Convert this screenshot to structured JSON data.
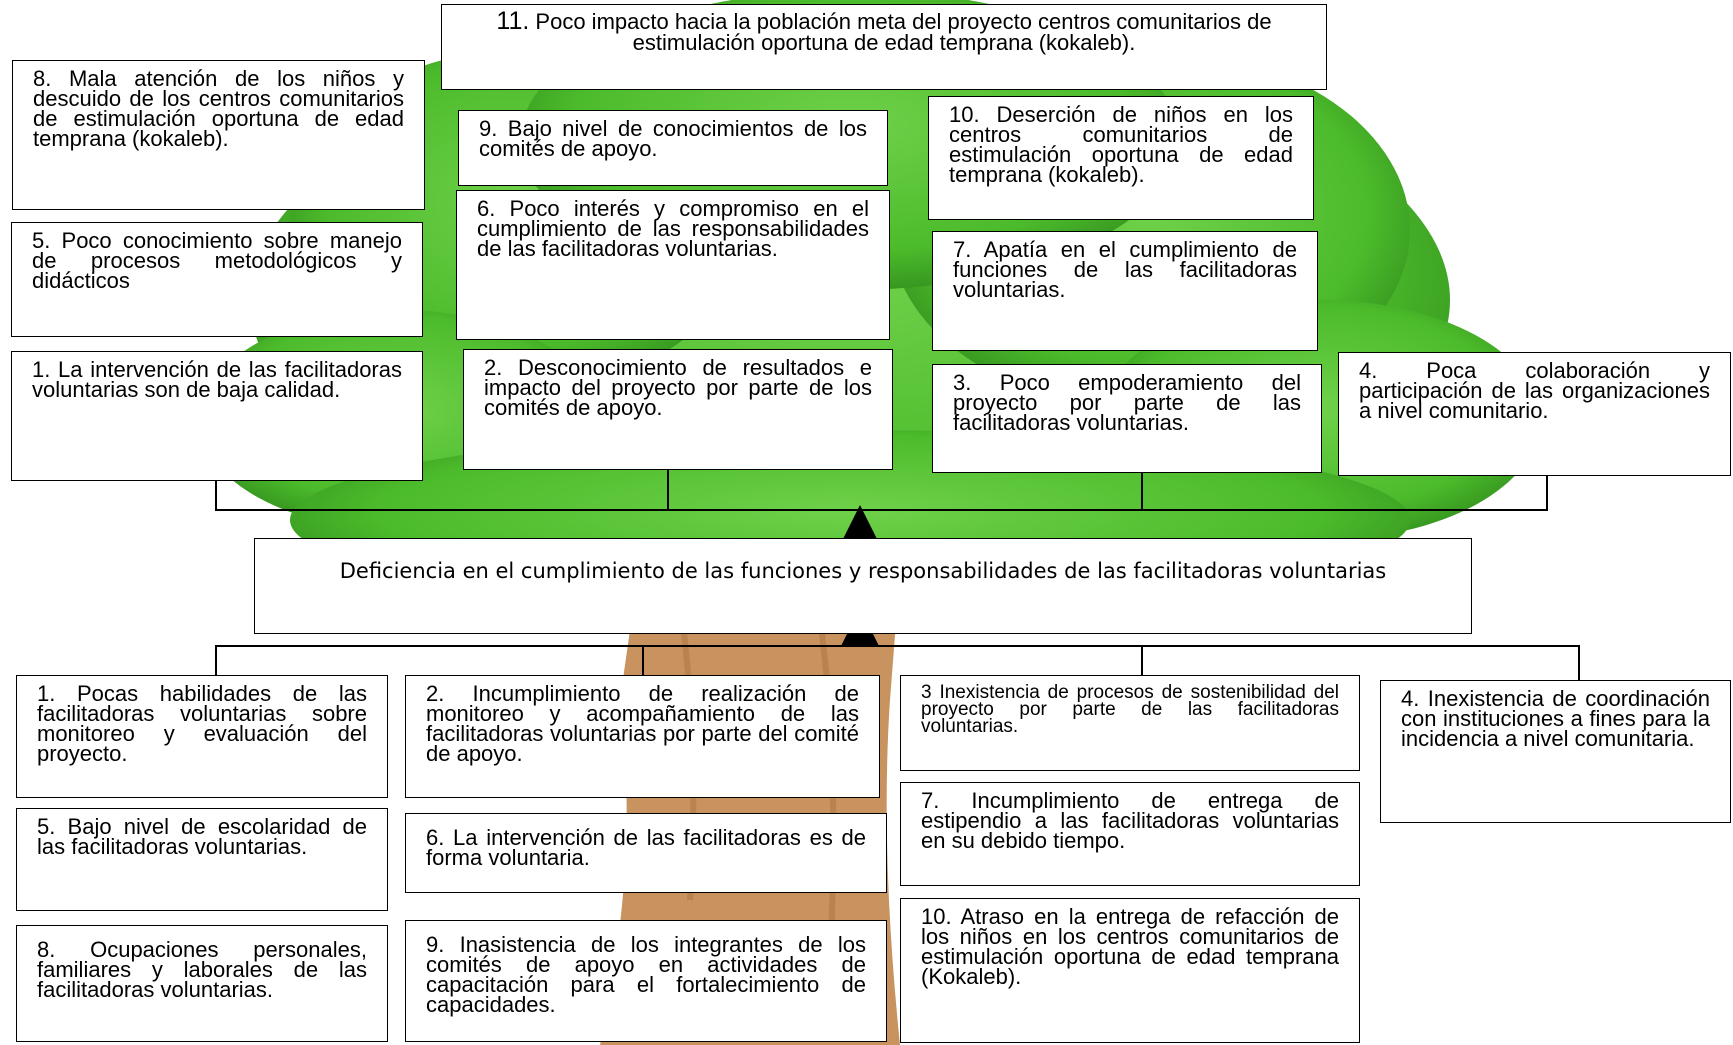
{
  "effects": [
    {
      "id": "e11",
      "text": "Poco impacto hacia la población meta del proyecto  centros comunitarios de estimulación oportuna de edad temprana (kokaleb).",
      "number": "11."
    },
    {
      "id": "e8",
      "text": "8. Mala atención de los niños y descuido de los centros comunitarios de estimulación oportuna de edad temprana (kokaleb)."
    },
    {
      "id": "e9",
      "text": "9. Bajo nivel de conocimientos de los comités de apoyo."
    },
    {
      "id": "e10",
      "text": "10. Deserción de  niños en los centros comunitarios de estimulación oportuna de edad temprana (kokaleb)."
    },
    {
      "id": "e5",
      "text": "5. Poco conocimiento sobre manejo de procesos metodológicos y didácticos"
    },
    {
      "id": "e6",
      "text": "6. Poco interés y compromiso en el cumplimiento de las responsabilidades de las facilitadoras voluntarias."
    },
    {
      "id": "e7",
      "text": "7. Apatía en el cumplimiento de funciones de las facilitadoras  voluntarias."
    },
    {
      "id": "e1",
      "text": "1. La intervención de las facilitadoras voluntarias son de baja calidad."
    },
    {
      "id": "e2",
      "text": "2. Desconocimiento de resultados e impacto del proyecto por parte de los comités de apoyo."
    },
    {
      "id": "e3",
      "text": "3. Poco empoderamiento del proyecto por parte de las facilitadoras voluntarias."
    },
    {
      "id": "e4",
      "text": "4. Poca colaboración y participación de las organizaciones a nivel comunitario."
    }
  ],
  "problem": "Deficiencia en el cumplimiento de las funciones y responsabilidades de las facilitadoras voluntarias",
  "causes": [
    {
      "id": "c1",
      "text": "1. Pocas habilidades de las facilitadoras voluntarias sobre monitoreo y evaluación del proyecto."
    },
    {
      "id": "c2",
      "text": "2. Incumplimiento de realización de monitoreo y acompañamiento de las facilitadoras voluntarias por parte del comité de apoyo."
    },
    {
      "id": "c3",
      "text": "3 Inexistencia de procesos de sostenibilidad del proyecto por parte de las facilitadoras voluntarias."
    },
    {
      "id": "c4",
      "text": "4. Inexistencia de coordinación con instituciones a fines para la incidencia a nivel comunitaria."
    },
    {
      "id": "c5",
      "text": "5. Bajo nivel de escolaridad de las facilitadoras voluntarias."
    },
    {
      "id": "c6",
      "text": "6. La intervención de las facilitadoras es de forma voluntaria."
    },
    {
      "id": "c7",
      "text": "7. Incumplimiento de entrega de estipendio a las facilitadoras voluntarias en su  debido tiempo."
    },
    {
      "id": "c8",
      "text": "8. Ocupaciones personales, familiares y laborales de las facilitadoras voluntarias."
    },
    {
      "id": "c9",
      "text": "9. Inasistencia de los integrantes de los comités de apoyo en actividades de capacitación para el fortalecimiento de capacidades."
    },
    {
      "id": "c10",
      "text": "10. Atraso en la entrega de refacción de los niños en los centros comunitarios de estimulación oportuna de edad temprana (Kokaleb)."
    }
  ],
  "colors": {
    "foliage": "#4cbb2b",
    "foliage_dark": "#2f8a1c",
    "trunk": "#c8935f",
    "box_border": "#000000",
    "background": "#ffffff"
  }
}
